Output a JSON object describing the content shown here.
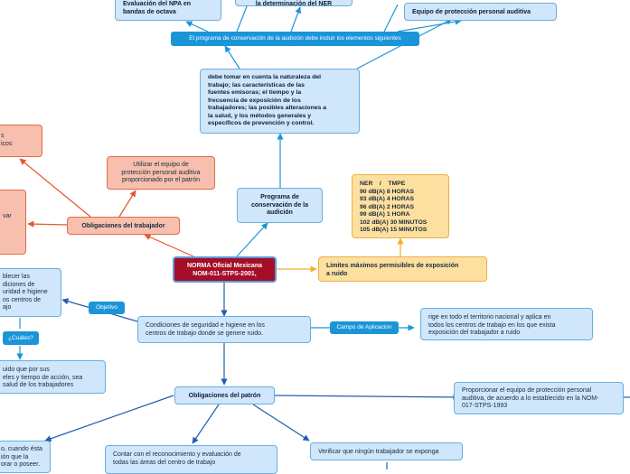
{
  "root": {
    "line1": "NORMA Oficial Mexicana",
    "line2": "NOM-011-STPS-2001,"
  },
  "top": {
    "npa_line1": "Evaluación del NPA en",
    "npa_line2": "bandas de octava",
    "ner_partial": "la determinación del NER",
    "equipo": "Equipo de protección personal auditiva",
    "banner": "El programa de conservación de la audición debe incluir los elementos siguientes",
    "considerations": [
      "debe tomar en cuenta la naturaleza del",
      "trabajo; las características de las",
      "fuentes emisoras; el tiempo y la",
      "frecuencia de exposición de los",
      "trabajadores; las posibles alteraciones a",
      "la salud, y los métodos generales y",
      "específicos de prevención y control."
    ]
  },
  "programa": [
    "Programa de",
    "conservación de la",
    "audición"
  ],
  "tmpe": {
    "header": "NER    /    TMPE",
    "rows": [
      "90 dB(A) 8 HORAS",
      "93 dB(A) 4 HORAS",
      "96 dB(A) 2 HORAS",
      "99 dB(A) 1 HORA",
      "102 dB(A) 30 MINUTOS",
      "105 dB(A) 15 MINUTOS"
    ]
  },
  "limites": [
    "Límites máximos permisibles de exposición",
    "a ruido"
  ],
  "trabajador": {
    "title": "Obligaciones del trabajador",
    "utilizar": [
      "Utilizar el equipo de",
      "protección personal auditiva",
      "proporcionado por el patrón"
    ],
    "pink_top_partial": [
      "s",
      "icos"
    ],
    "pink_mid_partial": "var"
  },
  "objetivo": {
    "pill": "Objetivo",
    "text": [
      "blecer las",
      "diciones de",
      "uridad e higiene",
      "os centros de",
      "ajo"
    ]
  },
  "cuales": {
    "pill": "¿Cuáles?",
    "text": [
      "uido que por sus",
      "eles y tiempo de acción, sea",
      "salud de los trabajadores"
    ]
  },
  "condiciones": [
    "Condiciones de seguridad e higiene en los",
    "centros de trabajo donde se genere ruido."
  ],
  "campo": {
    "pill": "Campo de Aplicacion",
    "text": [
      "rige en todo el territorio nacional y aplica en",
      "todos los centros de trabajo en los que exista",
      "exposición del trabajador a ruido"
    ]
  },
  "patron": {
    "title": "Obligaciones del patrón",
    "proporcionar": [
      "Proporcionar el equipo de protección personal",
      "auditiva, de acuerdo a lo establecido en la NOM-",
      "017-STPS-1993"
    ],
    "reconocimiento": [
      "Contar con el reconocimiento y evaluación de",
      "todas las áreas del centro de trabajo"
    ],
    "verificar": "Verificar que ningún trabajador se exponga",
    "left_partial": [
      "o, cuando ésta",
      "ión que la",
      "orar o poseer."
    ]
  }
}
